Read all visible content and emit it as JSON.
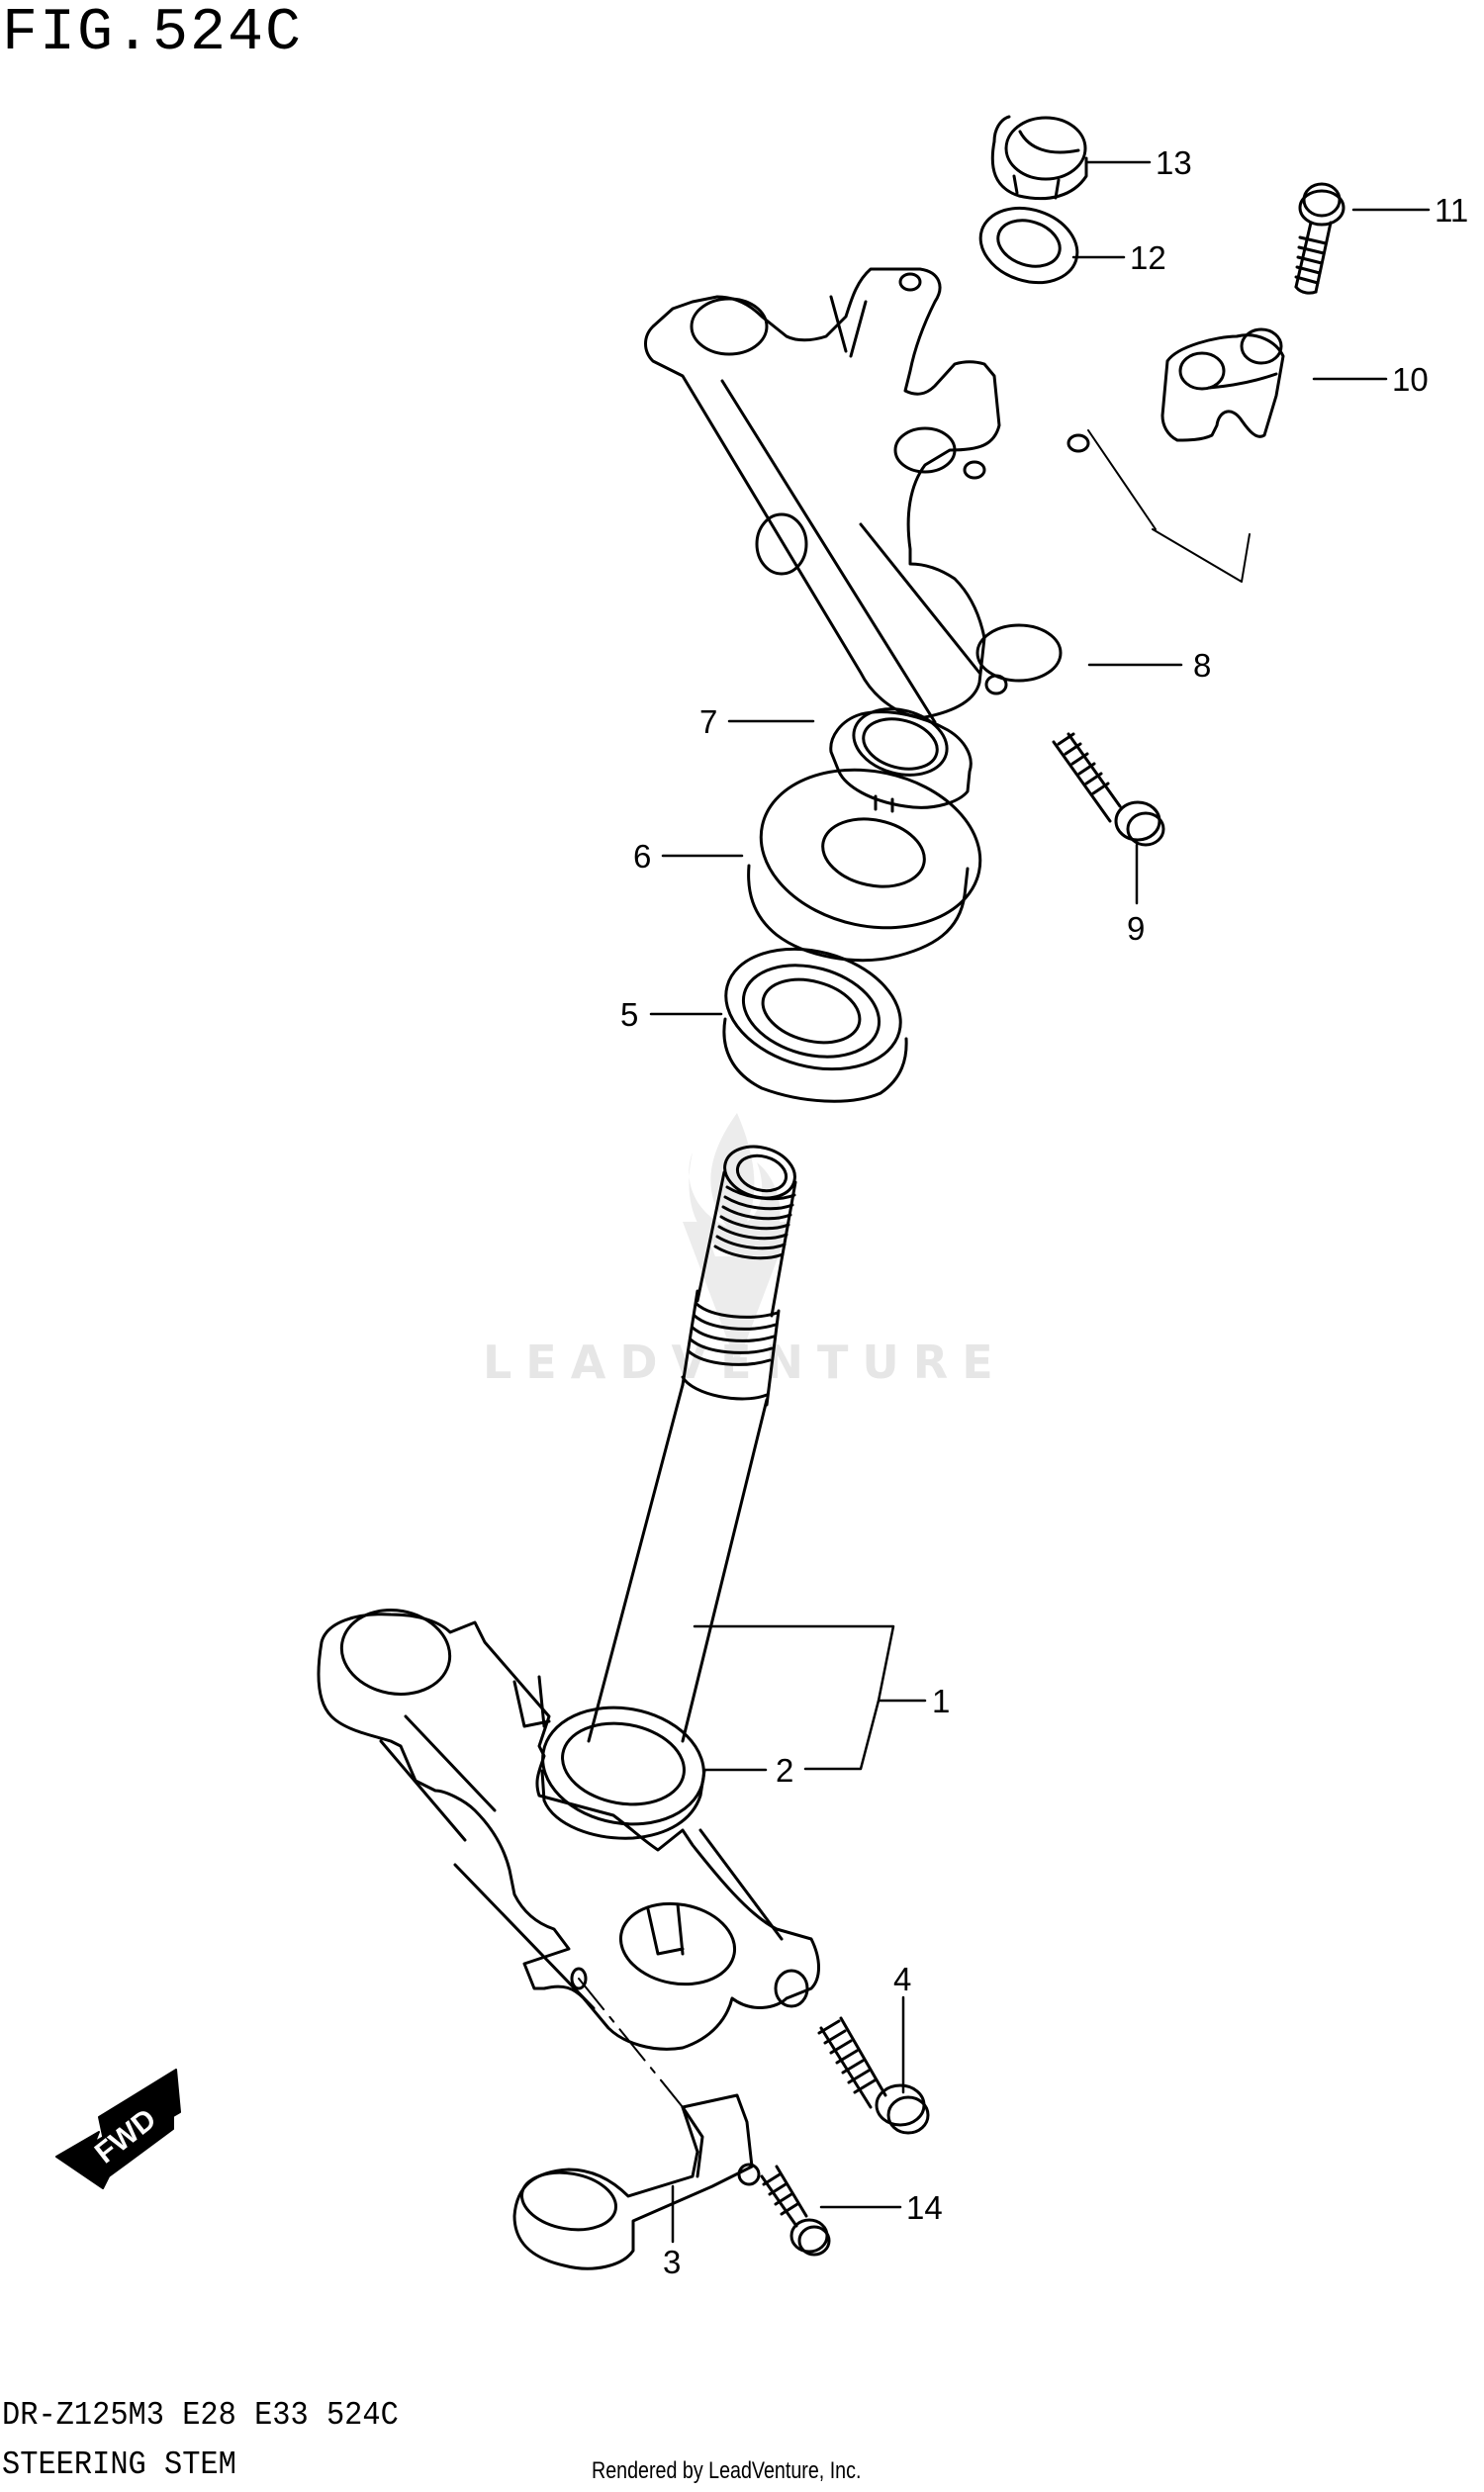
{
  "figure": {
    "title": "FIG.524C",
    "model_line": "DR-Z125M3 E28 E33 524C",
    "section_name": "STEERING STEM",
    "rendered_by": "Rendered by LeadVenture, Inc."
  },
  "watermark": {
    "text": "LEADVENTURE",
    "color": "#e6e6e6"
  },
  "direction_indicator": {
    "label": "FWD",
    "icon": "forward-arrow-icon"
  },
  "callouts": [
    {
      "number": "1",
      "part": "steering stem assembly"
    },
    {
      "number": "2",
      "part": "steering stem bearing"
    },
    {
      "number": "3",
      "part": "brake hose clamp"
    },
    {
      "number": "4",
      "part": "lower bracket bolt"
    },
    {
      "number": "5",
      "part": "upper bearing"
    },
    {
      "number": "6",
      "part": "dust seal"
    },
    {
      "number": "7",
      "part": "steering stem nut"
    },
    {
      "number": "8",
      "part": "upper bracket"
    },
    {
      "number": "9",
      "part": "upper bracket bolt"
    },
    {
      "number": "10",
      "part": "handlebar holder"
    },
    {
      "number": "11",
      "part": "handlebar holder bolt"
    },
    {
      "number": "12",
      "part": "washer"
    },
    {
      "number": "13",
      "part": "stem head cap"
    },
    {
      "number": "14",
      "part": "clamp bolt"
    }
  ],
  "colors": {
    "line": "#000000",
    "background": "#ffffff"
  }
}
